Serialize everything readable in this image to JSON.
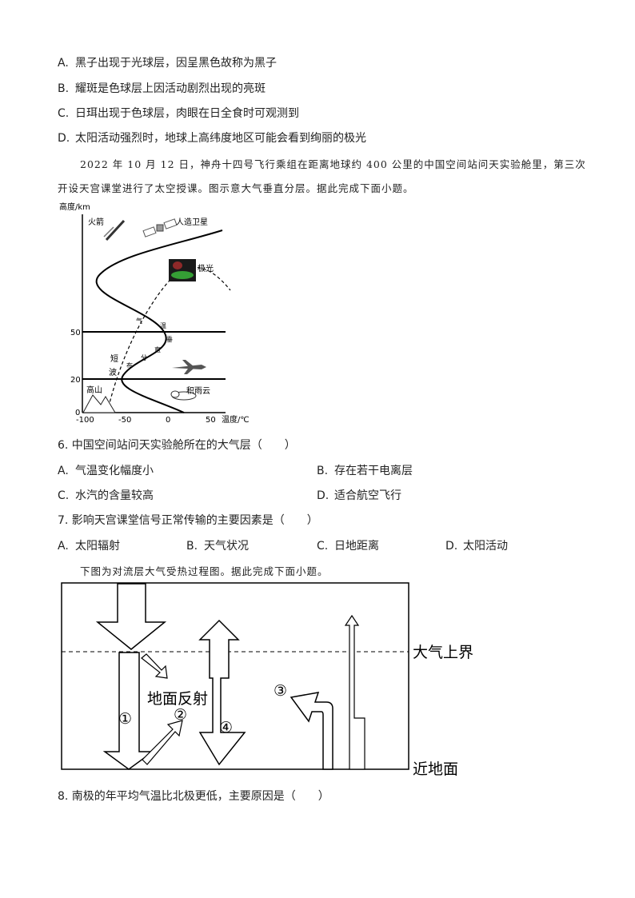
{
  "q5_options": [
    {
      "label": "A.",
      "text": "黑子出现于光球层，因呈黑色故称为黑子"
    },
    {
      "label": "B.",
      "text": "耀斑是色球层上因活动剧烈出现的亮斑"
    },
    {
      "label": "C.",
      "text": "日珥出现于色球层，肉眼在日全食时可观测到"
    },
    {
      "label": "D.",
      "text": "太阳活动强烈时，地球上高纬度地区可能会看到绚丽的极光"
    }
  ],
  "intro1_line1": "2022 年 10 月 12 日，神舟十四号飞行乘组在距离地球约 400 公里的中国空间站问天实验舱里，第三次",
  "intro1_line2": "开设天宫课堂进行了太空授课。图示意大气垂直分层。据此完成下面小题。",
  "fig1": {
    "y_axis_label": "高度/km",
    "x_axis_label": "温度/℃",
    "y_ticks": [
      "50",
      "20",
      "0"
    ],
    "x_ticks": [
      "-100",
      "-50",
      "0",
      "50"
    ],
    "labels": {
      "rocket": "火箭",
      "satellite": "人造卫星",
      "aurora": "极光",
      "temp_curve": [
        "气",
        "温",
        "垂",
        "直",
        "分",
        "布"
      ],
      "shortwave": [
        "短",
        "波"
      ],
      "mountain": "高山",
      "cloud": "积雨云"
    }
  },
  "q6": {
    "stem": "6. 中国空间站问天实验舱所在的大气层（　　）",
    "options": [
      {
        "label": "A.",
        "text": "气温变化幅度小"
      },
      {
        "label": "B.",
        "text": "存在若干电离层"
      },
      {
        "label": "C.",
        "text": "水汽的含量较高"
      },
      {
        "label": "D.",
        "text": "适合航空飞行"
      }
    ]
  },
  "q7": {
    "stem": "7. 影响天宫课堂信号正常传输的主要因素是（　　）",
    "options": [
      {
        "label": "A.",
        "text": "太阳辐射"
      },
      {
        "label": "B.",
        "text": "天气状况"
      },
      {
        "label": "C.",
        "text": "日地距离"
      },
      {
        "label": "D.",
        "text": "太阳活动"
      }
    ]
  },
  "intro2": "下图为对流层大气受热过程图。据此完成下面小题。",
  "fig2": {
    "top_boundary": "大气上界",
    "ground": "近地面",
    "ground_reflection": "地面反射",
    "markers": [
      "①",
      "②",
      "③",
      "④"
    ]
  },
  "q8": {
    "stem": "8. 南极的年平均气温比北极更低，主要原因是（　　）"
  }
}
